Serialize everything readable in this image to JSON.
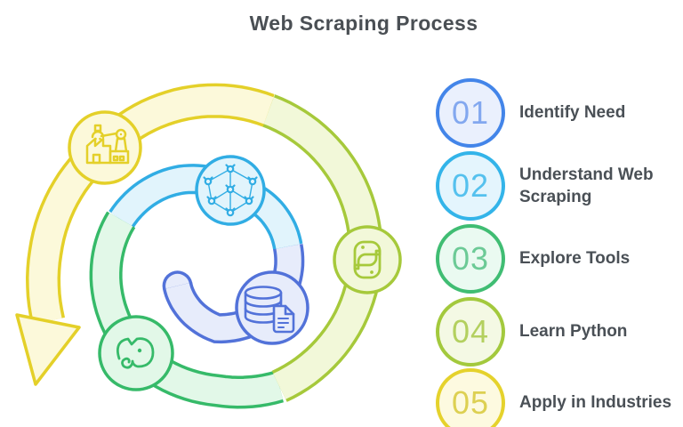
{
  "title": "Web Scraping Process",
  "title_color": "#4a4f54",
  "text_color": "#4a5056",
  "steps": [
    {
      "number": "01",
      "label": "Identify Need",
      "circle_border": "#4385e9",
      "circle_fill": "#eaf0fd",
      "number_color": "#83a8ef"
    },
    {
      "number": "02",
      "label": "Understand Web Scraping",
      "circle_border": "#33b4e9",
      "circle_fill": "#e4f5fd",
      "number_color": "#55c1ee"
    },
    {
      "number": "03",
      "label": "Explore Tools",
      "circle_border": "#40bd73",
      "circle_fill": "#eafaf1",
      "number_color": "#6cca96"
    },
    {
      "number": "04",
      "label": "Learn Python",
      "circle_border": "#a3c93d",
      "circle_fill": "#f4f9e4",
      "number_color": "#b3d05f"
    },
    {
      "number": "05",
      "label": "Apply in Industries",
      "circle_border": "#e5d22c",
      "circle_fill": "#fdfae0",
      "number_color": "#ddd052"
    }
  ],
  "spiral": {
    "segments": [
      {
        "name": "step-1-band",
        "icon": "database-icon",
        "border": "#5272d9",
        "fill": "#e7ecfb"
      },
      {
        "name": "step-2-band",
        "icon": "network-icon",
        "border": "#31ade4",
        "fill": "#e1f4fc"
      },
      {
        "name": "step-3-band",
        "icon": "elephant-icon",
        "border": "#36ba69",
        "fill": "#e2f8e8"
      },
      {
        "name": "step-4-band",
        "icon": "python-icon",
        "border": "#a6c93b",
        "fill": "#f2f8d9"
      },
      {
        "name": "step-5-band",
        "icon": "factory-icon",
        "border": "#e4d029",
        "fill": "#fcf9da"
      }
    ]
  }
}
